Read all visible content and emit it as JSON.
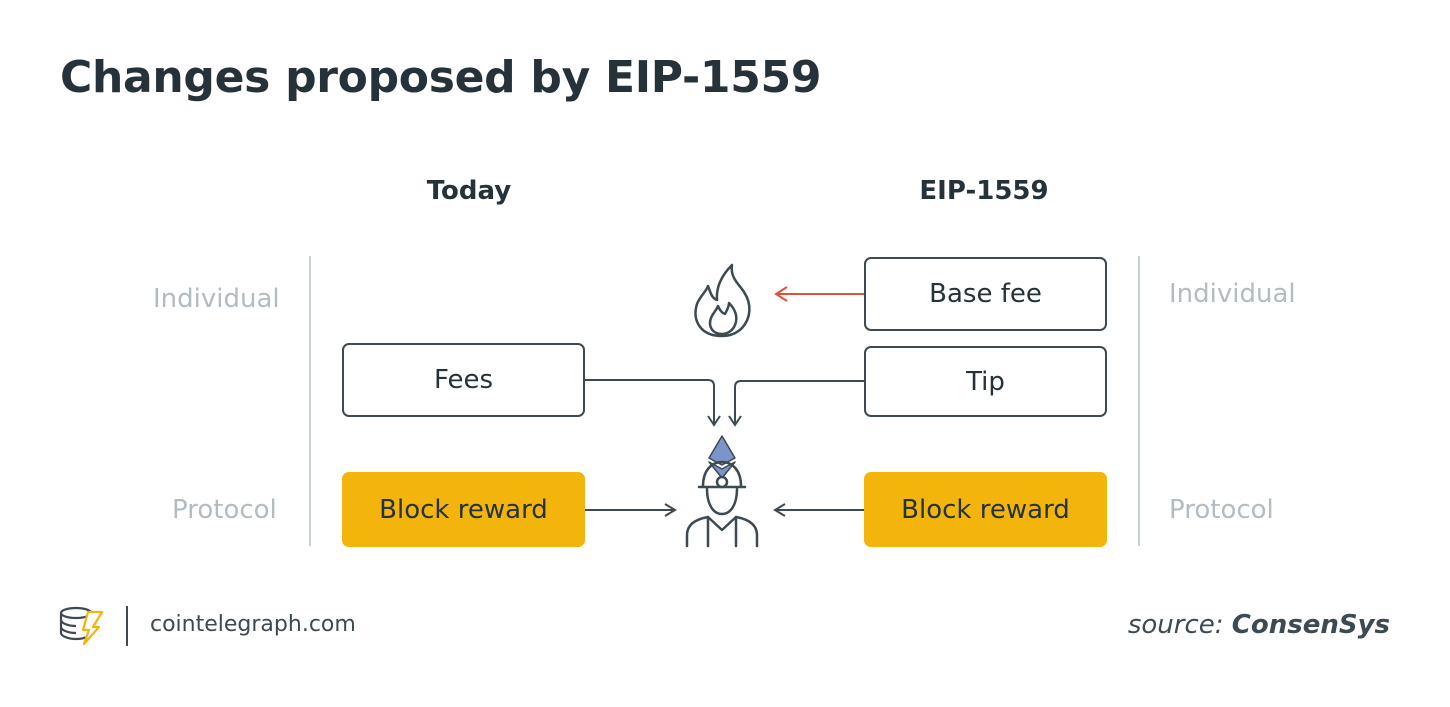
{
  "title": "Changes proposed by EIP-1559",
  "columns": {
    "left": "Today",
    "right": "EIP-1559"
  },
  "rows": {
    "individual": "Individual",
    "protocol": "Protocol"
  },
  "today": {
    "fees": "Fees",
    "block_reward": "Block reward"
  },
  "eip": {
    "base_fee": "Base fee",
    "tip": "Tip",
    "block_reward": "Block reward"
  },
  "footer": {
    "site": "cointelegraph.com",
    "source_prefix": "source:",
    "source_name": "ConsenSys"
  },
  "colors": {
    "reward": "#f3b50c",
    "burn_arrow": "#e0523a",
    "outline": "#3d4a52",
    "muted": "#b3bcc2",
    "eth": "#7b95c9"
  },
  "icons": [
    "fire-icon",
    "miner-icon",
    "ethereum-icon",
    "cointelegraph-logo-icon"
  ]
}
